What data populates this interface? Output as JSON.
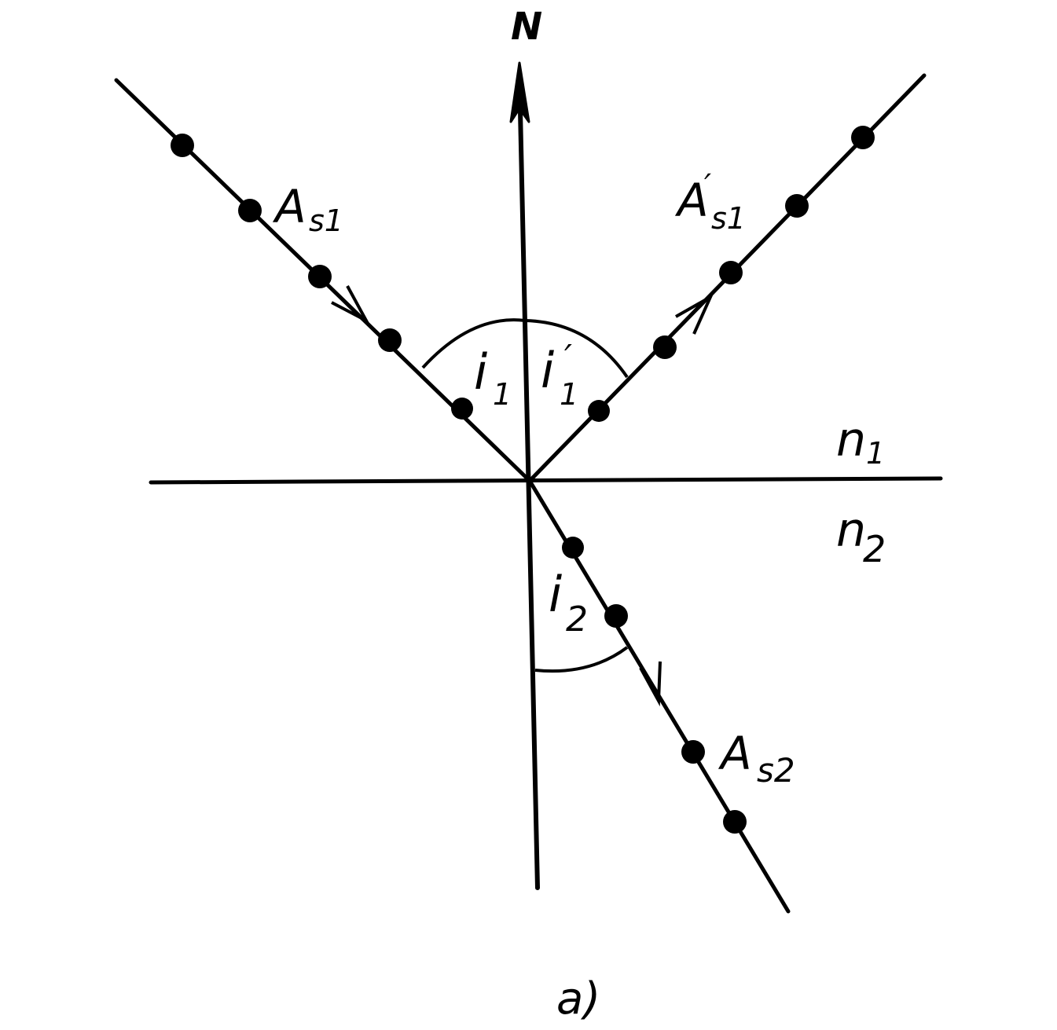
{
  "labels": {
    "normal": "N",
    "incident_main": "A",
    "incident_sub": "s1",
    "reflected_main": "A",
    "reflected_prime": "′",
    "reflected_sub": "s1",
    "refracted_main": "A",
    "refracted_sub": "s2",
    "angle_incidence_main": "i",
    "angle_incidence_sub": "1",
    "angle_reflection_main": "i",
    "angle_reflection_prime": "′",
    "angle_reflection_sub": "1",
    "angle_refraction_main": "i",
    "angle_refraction_sub": "2",
    "medium1_main": "n",
    "medium1_sub": "1",
    "medium2_main": "n",
    "medium2_sub": "2",
    "caption": "a)"
  },
  "colors": {
    "ink": "#000000",
    "background": "#ffffff"
  }
}
